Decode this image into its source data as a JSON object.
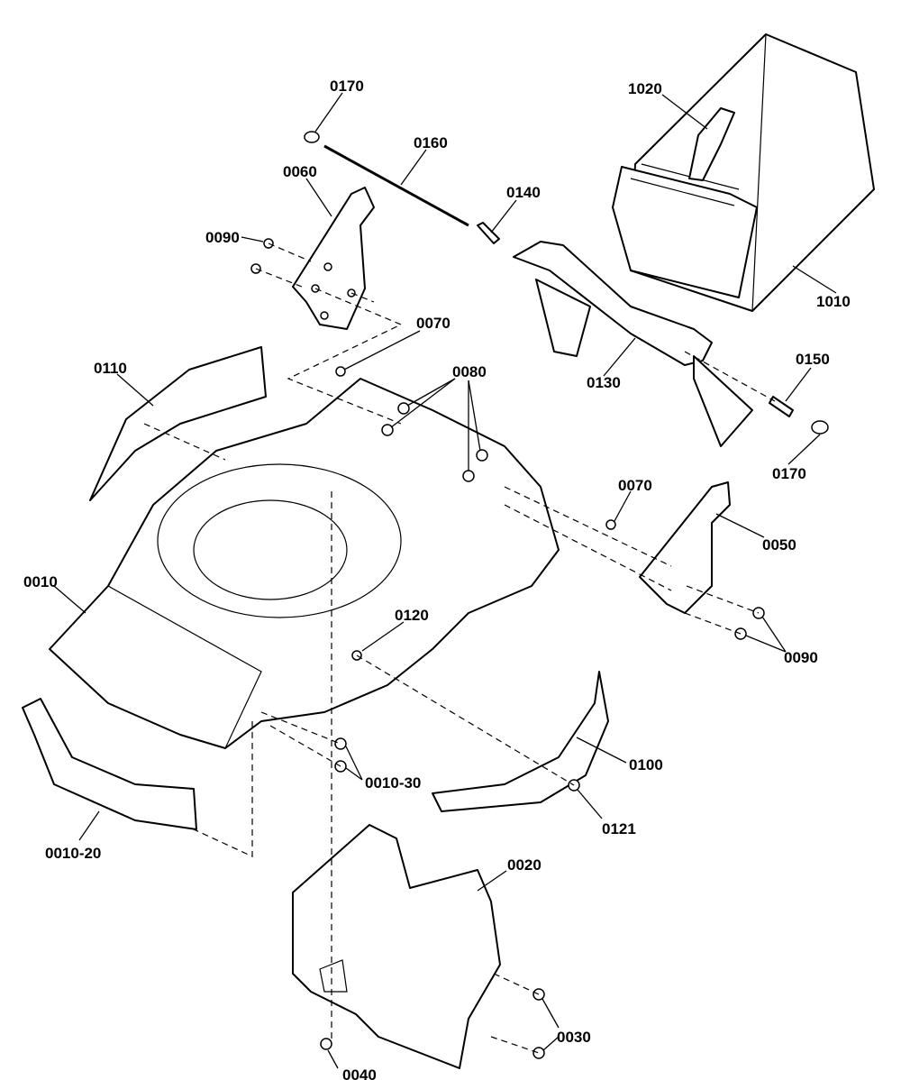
{
  "labels": {
    "p0170_top": "0170",
    "p0160": "0160",
    "p0060": "0060",
    "p0090_left": "0090",
    "p0140": "0140",
    "p1020": "1020",
    "p1010": "1010",
    "p0070_top": "0070",
    "p0110": "0110",
    "p0080": "0080",
    "p0130": "0130",
    "p0150": "0150",
    "p0170_right": "0170",
    "p0070_right": "0070",
    "p0050": "0050",
    "p0010": "0010",
    "p0120": "0120",
    "p0090_right": "0090",
    "p0100": "0100",
    "p0010_30": "0010-30",
    "p0121": "0121",
    "p0010_20": "0010-20",
    "p0020": "0020",
    "p0030": "0030",
    "p0040": "0040"
  }
}
